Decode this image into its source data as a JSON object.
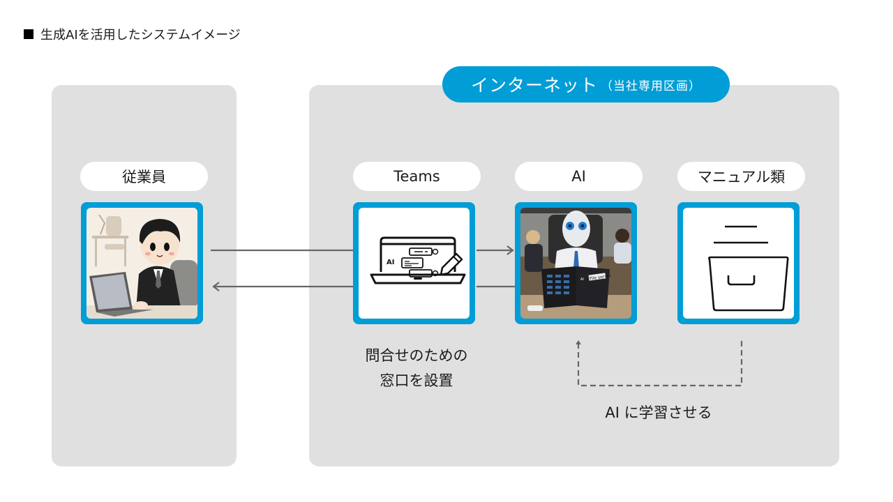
{
  "heading": {
    "marker_icon": "black-square",
    "title": "生成AIを活用したシステムイメージ"
  },
  "zone": {
    "title": "インターネット",
    "subtitle": "（当社専用区画）",
    "color": "#009dd6"
  },
  "nodes": {
    "employee": {
      "label": "従業員",
      "image": "employee-at-laptop-illustration"
    },
    "teams": {
      "label": "Teams",
      "image": "laptop-chat-icon",
      "icon_text": "AI"
    },
    "ai": {
      "label": "AI",
      "image": "robot-reading-file-server-book",
      "book_text": "File server",
      "book_badge": "AI"
    },
    "manuals": {
      "label": "マニュアル類",
      "image": "file-drawer-icon"
    }
  },
  "captions": {
    "teams_line1": "問合せのための",
    "teams_line2": "窓口を設置",
    "learning": "AI に学習させる"
  },
  "colors": {
    "panel_bg": "#e0e0e0",
    "accent": "#009dd6",
    "arrow": "#666666"
  }
}
